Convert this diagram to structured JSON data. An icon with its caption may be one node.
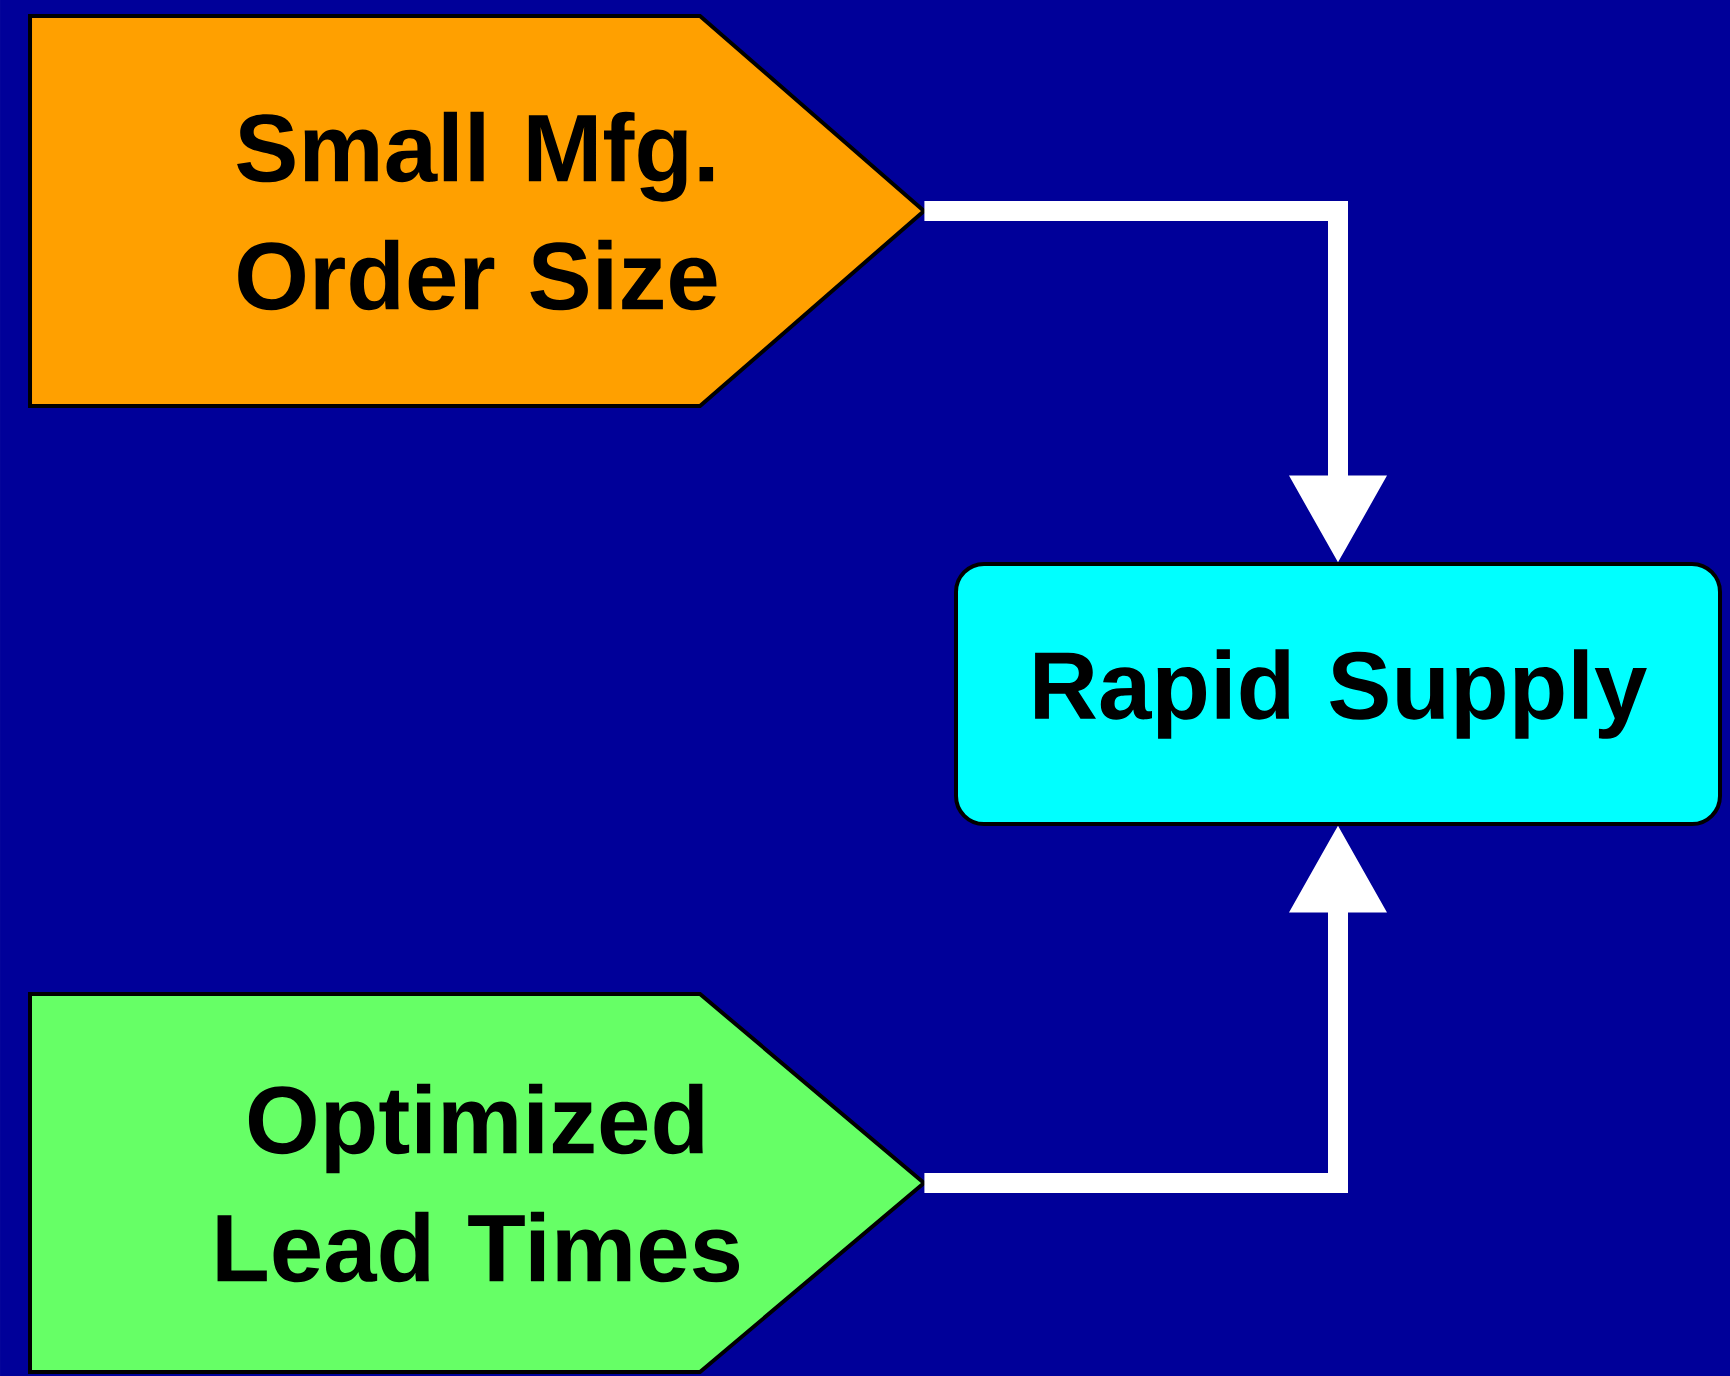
{
  "diagram": {
    "nodes": [
      {
        "text": [
          "Small Mfg. Order Size"
        ]
      },
      {
        "text": [
          "Rapid Supply"
        ]
      },
      {
        "text": [
          "Optimized Lead Times"
        ]
      }
    ],
    "edges": [
      {
        "from": 0,
        "to": 1,
        "arrow": "to"
      },
      {
        "from": 2,
        "to": 1,
        "arrow": "to"
      }
    ]
  }
}
